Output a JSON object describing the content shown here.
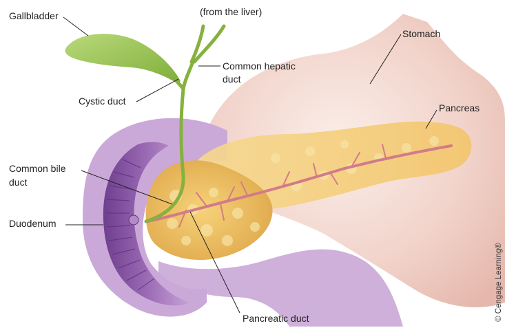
{
  "labels": {
    "from_liver": "(from the liver)",
    "gallbladder": "Gallbladder",
    "stomach": "Stomach",
    "common_hepatic_duct_1": "Common hepatic",
    "common_hepatic_duct_2": "duct",
    "cystic_duct": "Cystic duct",
    "pancreas": "Pancreas",
    "common_bile_duct_1": "Common bile",
    "common_bile_duct_2": "duct",
    "duodenum": "Duodenum",
    "pancreatic_duct": "Pancreatic duct"
  },
  "credit": "© Cengage Learning®",
  "colors": {
    "gallbladder": "#9cc45a",
    "bile_duct": "#86b13f",
    "stomach": "#f0cfc5",
    "pancreas": "#f1cd6e",
    "pancreatic_duct": "#d87f8a",
    "duodenum_outer": "#c9a8d6",
    "duodenum_inner": "#8a5fa4"
  }
}
